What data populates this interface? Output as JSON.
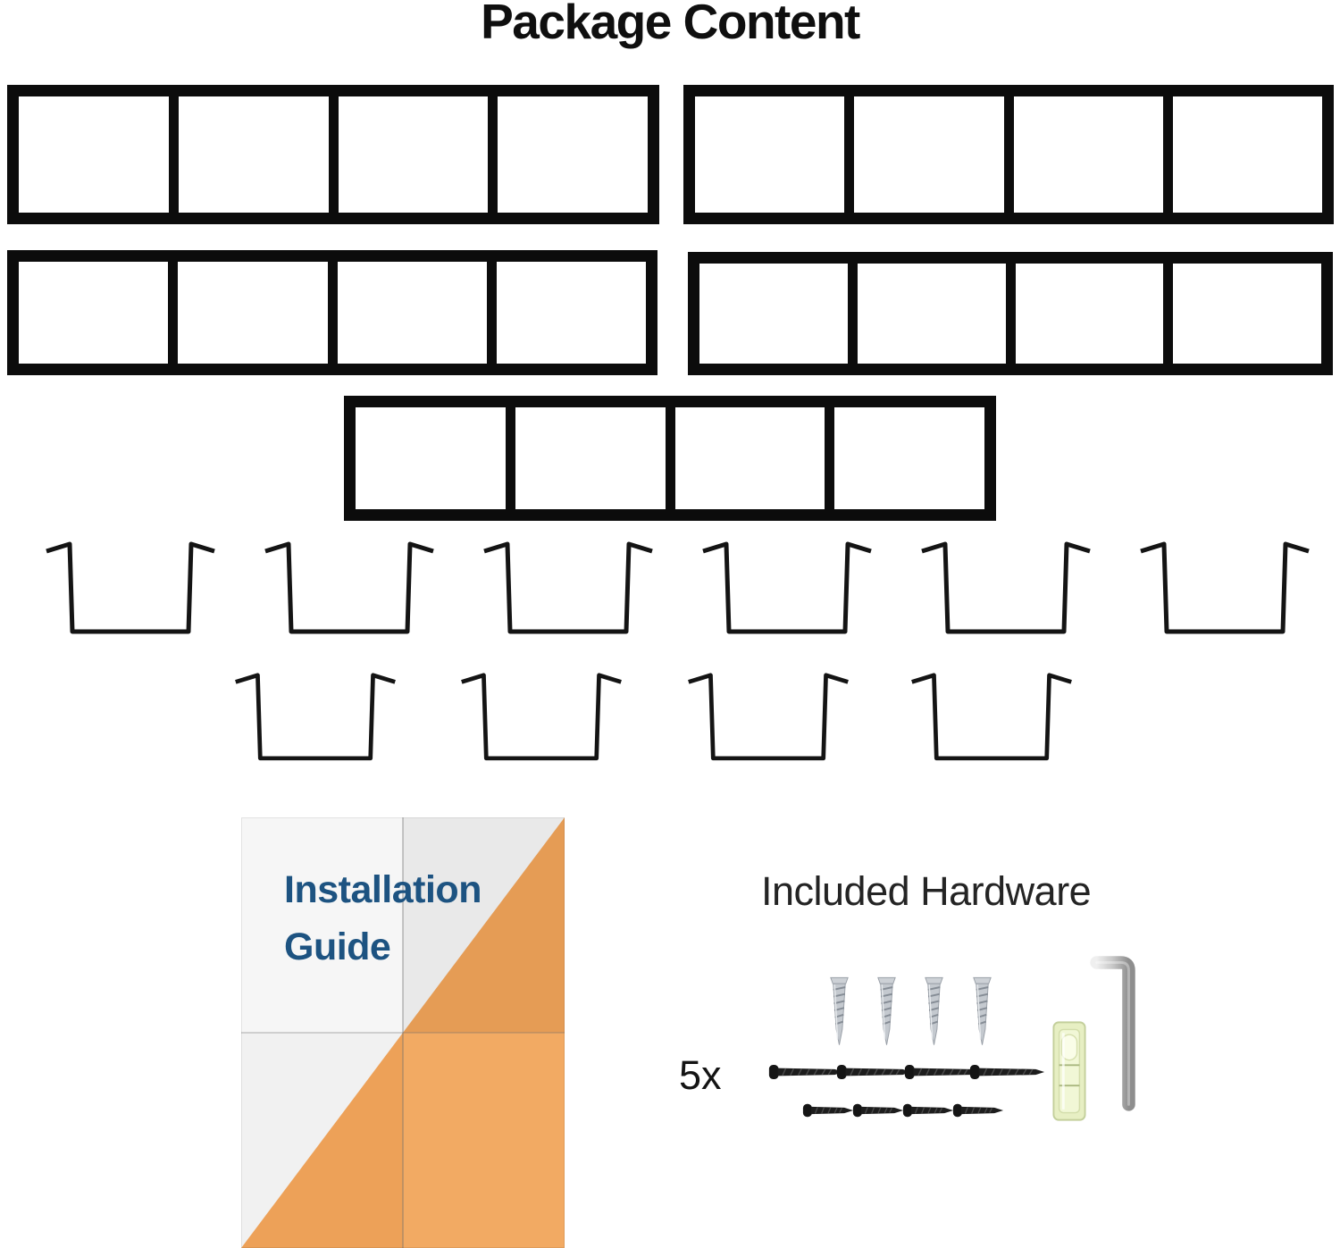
{
  "title": "Package Content",
  "package": {
    "shelf_frame_count": 5,
    "cells_per_frame": 4,
    "bracket_count": 10
  },
  "installation_guide": {
    "line1": "Installation",
    "line2": "Guide"
  },
  "included_hardware": {
    "heading": "Included Hardware",
    "quantity_label": "5x",
    "anchor_count": 4,
    "long_screw_count": 4,
    "short_screw_count": 4,
    "allen_key_count": 1,
    "bubble_level_count": 1
  },
  "icons": [
    "shelf-frame",
    "mounting-bracket-icon",
    "installation-guide-paper-icon",
    "drywall-anchor-icon",
    "long-screw-icon",
    "short-screw-icon",
    "allen-key-icon",
    "bubble-level-icon"
  ],
  "colors": {
    "frame_black": "#0c0c0c",
    "guide_orange": "#f2a55a",
    "guide_text_blue": "#1d5381",
    "heading_text": "#242424",
    "metal_gray": "#c4c9cf"
  }
}
